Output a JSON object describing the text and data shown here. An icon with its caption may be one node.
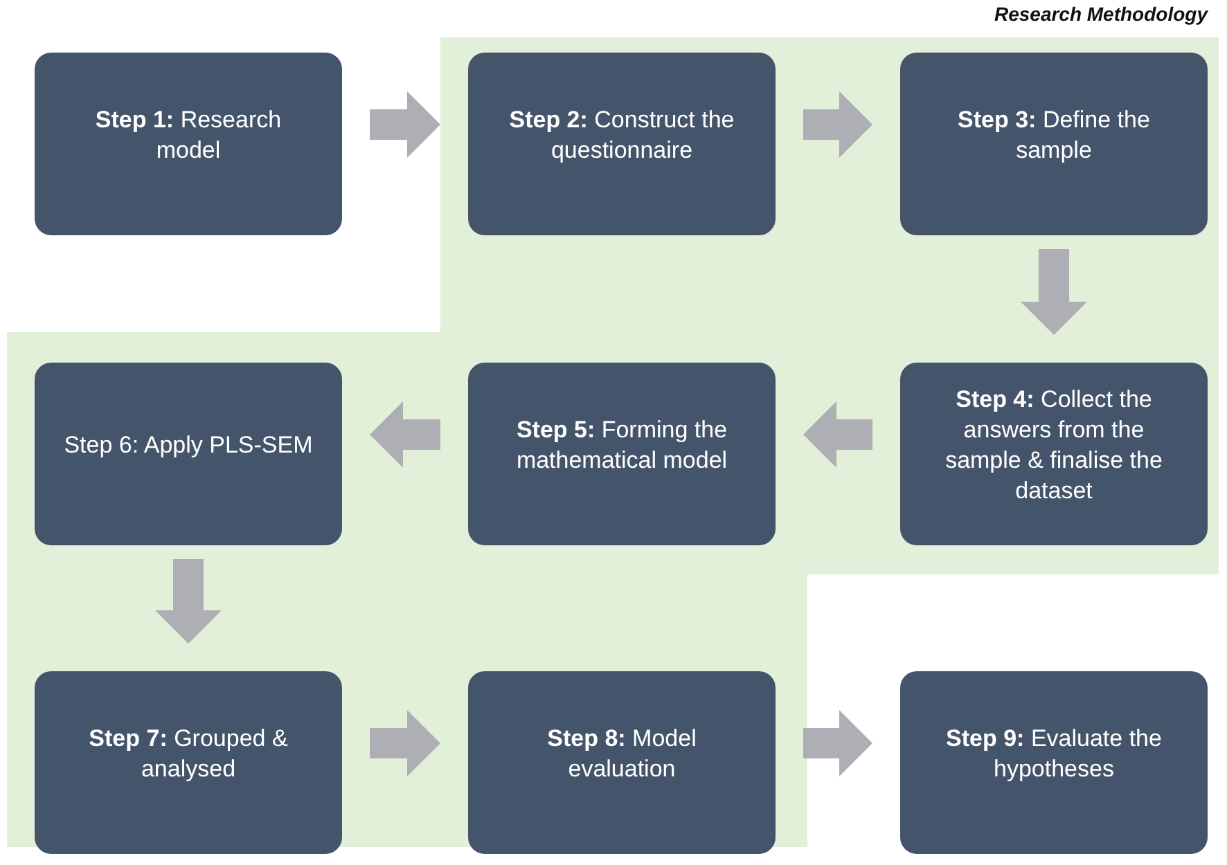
{
  "diagram": {
    "nodes": [
      {
        "text": [
          "Research Methodology"
        ]
      },
      {
        "text": [
          "**Step 1:** Research model"
        ]
      },
      {
        "text": [
          "**Step 2:** Construct the questionnaire"
        ],
        "in": 0
      },
      {
        "text": [
          "**Step 3:** Define the sample"
        ],
        "in": 0
      },
      {
        "text": [
          "**Step 4:** Collect the answers from the sample & finalise the dataset"
        ],
        "in": 0
      },
      {
        "text": [
          "**Step 5:** Forming the mathematical model"
        ],
        "in": 0
      },
      {
        "text": [
          "Step 6: Apply PLS-SEM"
        ],
        "in": 0
      },
      {
        "text": [
          "**Step 7:** Grouped & analysed"
        ],
        "in": 0
      },
      {
        "text": [
          "**Step 8:** Model evaluation"
        ],
        "in": 0
      },
      {
        "text": [
          "**Step 9:** Evaluate the hypotheses"
        ]
      }
    ],
    "edges": [
      {
        "from": 1,
        "to": 2,
        "arrow": "to"
      },
      {
        "from": 2,
        "to": 3,
        "arrow": "to"
      },
      {
        "from": 3,
        "to": 4,
        "arrow": "to"
      },
      {
        "from": 4,
        "to": 5,
        "arrow": "to"
      },
      {
        "from": 5,
        "to": 6,
        "arrow": "to"
      },
      {
        "from": 6,
        "to": 7,
        "arrow": "to"
      },
      {
        "from": 7,
        "to": 8,
        "arrow": "to"
      },
      {
        "from": 8,
        "to": 9,
        "arrow": "to"
      }
    ]
  }
}
